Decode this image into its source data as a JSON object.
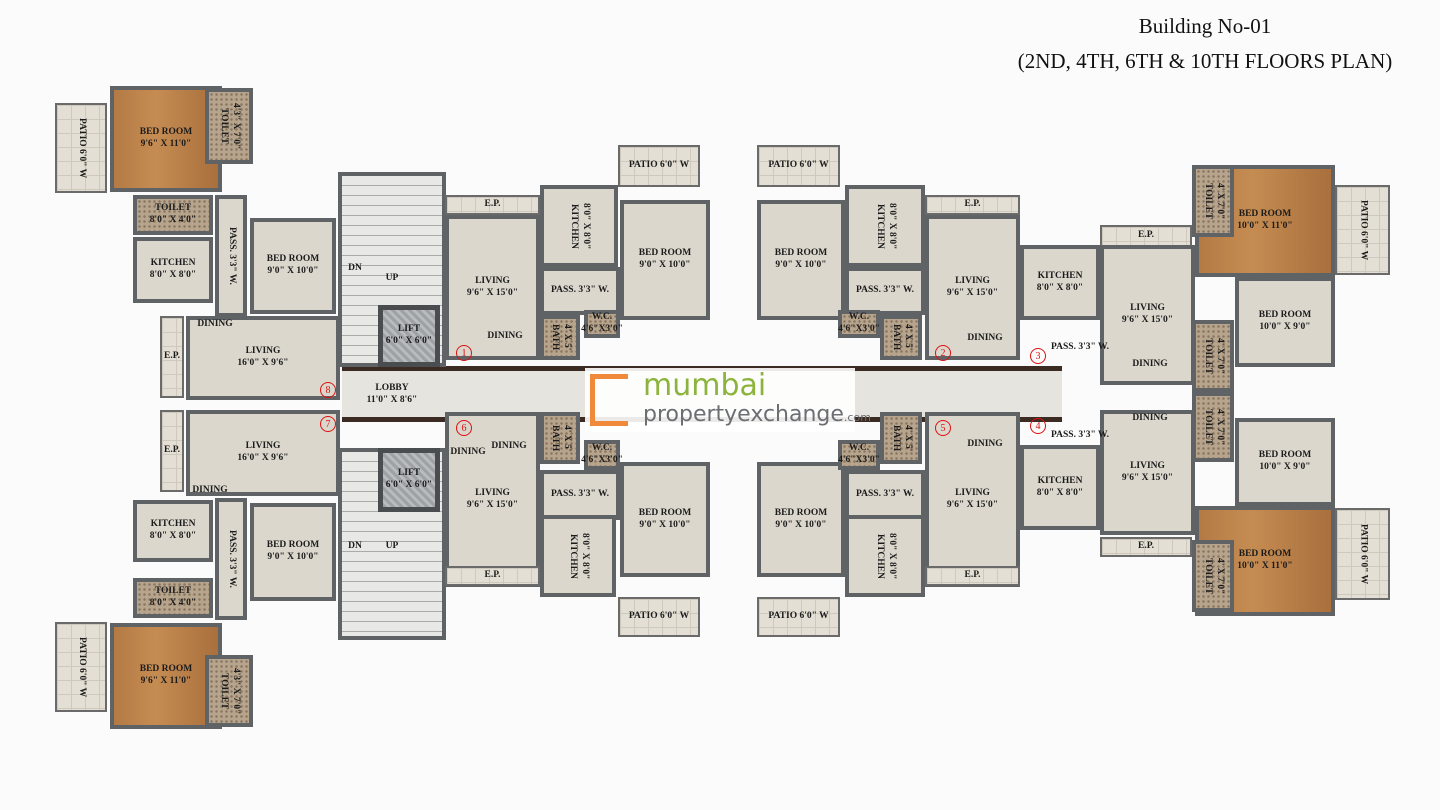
{
  "title": {
    "line1": "Building No-01",
    "line2": "(2ND, 4TH, 6TH & 10TH  FLOORS  PLAN)"
  },
  "watermark": {
    "part1": "mumbai",
    "part2": "propertyexchange",
    ".com": ".com"
  },
  "units": [
    "1",
    "2",
    "3",
    "4",
    "5",
    "6",
    "7",
    "8"
  ],
  "rooms": [
    {
      "label": "PATIO 6'0\" W",
      "dim": ""
    },
    {
      "label": "BED ROOM",
      "dim": "9'6\" X 11'0\""
    },
    {
      "label": "TOILET",
      "dim": "4'3\" X 7'0\""
    },
    {
      "label": "TOILET",
      "dim": "8'0\" X 4'0\""
    },
    {
      "label": "KITCHEN",
      "dim": "8'0\" X 8'0\""
    },
    {
      "label": "PASS. 3'3\" W.",
      "dim": ""
    },
    {
      "label": "BED ROOM",
      "dim": "9'0\" X 10'0\""
    },
    {
      "label": "E.P.",
      "dim": ""
    },
    {
      "label": "LIVING",
      "dim": "16'0\" X 9'6\""
    },
    {
      "label": "DINING",
      "dim": ""
    },
    {
      "label": "LIVING",
      "dim": "16'0\" X 9'6\""
    },
    {
      "label": "DINING",
      "dim": ""
    },
    {
      "label": "E.P.",
      "dim": ""
    },
    {
      "label": "KITCHEN",
      "dim": "8'0\" X 8'0\""
    },
    {
      "label": "TOILET",
      "dim": "8'0\" X 4'0\""
    },
    {
      "label": "PASS. 3'3\" W.",
      "dim": ""
    },
    {
      "label": "BED ROOM",
      "dim": "9'0\" X 10'0\""
    },
    {
      "label": "BED ROOM",
      "dim": "9'6\" X 11'0\""
    },
    {
      "label": "TOILET",
      "dim": "4'3\" X 7'0\""
    },
    {
      "label": "PATIO 6'0\" W",
      "dim": ""
    },
    {
      "label": "DN",
      "dim": ""
    },
    {
      "label": "UP",
      "dim": ""
    },
    {
      "label": "LIFT",
      "dim": "6'0\" X 6'0\""
    },
    {
      "label": "LOBBY",
      "dim": "11'0\" X 8'6\""
    },
    {
      "label": "LIFT",
      "dim": "6'0\" X 6'0\""
    },
    {
      "label": "DN",
      "dim": ""
    },
    {
      "label": "UP",
      "dim": ""
    },
    {
      "label": "PATIO 6'0\" W",
      "dim": ""
    },
    {
      "label": "E.P.",
      "dim": ""
    },
    {
      "label": "KITCHEN",
      "dim": "8'0\" X 8'0\""
    },
    {
      "label": "LIVING",
      "dim": "9'6\" X 15'0\""
    },
    {
      "label": "DINING",
      "dim": ""
    },
    {
      "label": "PASS. 3'3\" W.",
      "dim": ""
    },
    {
      "label": "BED ROOM",
      "dim": "9'0\" X 10'0\""
    },
    {
      "label": "W.C.",
      "dim": "4'6\"X3'0\""
    },
    {
      "label": "BATH",
      "dim": "4' X 5'"
    },
    {
      "label": "PATIO 6'0\" W",
      "dim": ""
    },
    {
      "label": "BED ROOM",
      "dim": "9'0\" X 10'0\""
    },
    {
      "label": "KITCHEN",
      "dim": "8'0\" X 8'0\""
    },
    {
      "label": "PASS. 3'3\" W.",
      "dim": ""
    },
    {
      "label": "W.C.",
      "dim": "4'6\"X3'0\""
    },
    {
      "label": "BATH",
      "dim": "4' X 5'"
    },
    {
      "label": "E.P.",
      "dim": ""
    },
    {
      "label": "LIVING",
      "dim": "9'6\" X 15'0\""
    },
    {
      "label": "DINING",
      "dim": ""
    },
    {
      "label": "LIVING",
      "dim": "9'6\" X 15'0\""
    },
    {
      "label": "DINING",
      "dim": ""
    },
    {
      "label": "DINING",
      "dim": ""
    },
    {
      "label": "BATH",
      "dim": "4' X 5'"
    },
    {
      "label": "W.C.",
      "dim": "4'6\"X3'0\""
    },
    {
      "label": "PASS. 3'3\" W.",
      "dim": ""
    },
    {
      "label": "KITCHEN",
      "dim": "8'0\" X 8'0\""
    },
    {
      "label": "BED ROOM",
      "dim": "9'0\" X 10'0\""
    },
    {
      "label": "E.P.",
      "dim": ""
    },
    {
      "label": "PATIO 6'0\" W",
      "dim": ""
    },
    {
      "label": "BED ROOM",
      "dim": "9'0\" X 10'0\""
    },
    {
      "label": "W.C.",
      "dim": "4'6\"X3'0\""
    },
    {
      "label": "BATH",
      "dim": "4' X 5'"
    },
    {
      "label": "PASS. 3'3\" W.",
      "dim": ""
    },
    {
      "label": "KITCHEN",
      "dim": "8'0\" X 8'0\""
    },
    {
      "label": "LIVING",
      "dim": "9'6\" X 15'0\""
    },
    {
      "label": "DINING",
      "dim": ""
    },
    {
      "label": "E.P.",
      "dim": ""
    },
    {
      "label": "PATIO 6'0\" W",
      "dim": ""
    },
    {
      "label": "E.P.",
      "dim": ""
    },
    {
      "label": "KITCHEN",
      "dim": "8'0\" X 8'0\""
    },
    {
      "label": "LIVING",
      "dim": "9'6\" X 15'0\""
    },
    {
      "label": "PASS. 3'3\" W.",
      "dim": ""
    },
    {
      "label": "DINING",
      "dim": ""
    },
    {
      "label": "BED ROOM",
      "dim": "10'0\" X 11'0\""
    },
    {
      "label": "TOILET",
      "dim": "4' X 7'0\""
    },
    {
      "label": "PATIO 6'0\" W",
      "dim": ""
    },
    {
      "label": "BED ROOM",
      "dim": "10'0\" X 9'0\""
    },
    {
      "label": "TOILET",
      "dim": "4' X 7'0\""
    },
    {
      "label": "DINING",
      "dim": ""
    },
    {
      "label": "PASS. 3'3\" W.",
      "dim": ""
    },
    {
      "label": "KITCHEN",
      "dim": "8'0\" X 8'0\""
    },
    {
      "label": "LIVING",
      "dim": "9'6\" X 15'0\""
    },
    {
      "label": "TOILET",
      "dim": "4' X 7'0\""
    },
    {
      "label": "BED ROOM",
      "dim": "10'0\" X 9'0\""
    },
    {
      "label": "BED ROOM",
      "dim": "10'0\" X 11'0\""
    },
    {
      "label": "TOILET",
      "dim": "4' X 7'0\""
    },
    {
      "label": "PATIO 6'0\" W",
      "dim": ""
    },
    {
      "label": "E.P.",
      "dim": ""
    }
  ]
}
